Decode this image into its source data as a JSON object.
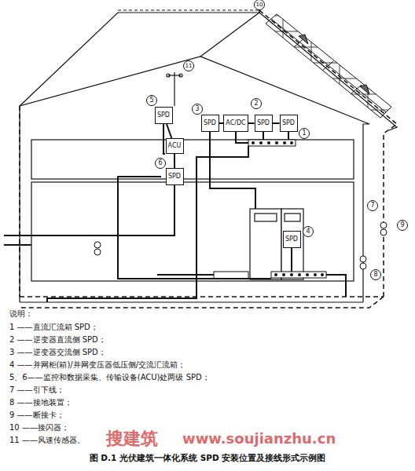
{
  "diagram": {
    "caption": "图 D.1  光伏建筑一体化系统 SPD 安装位置及接线形式示例图",
    "nodes": [
      {
        "text": [
          "SPD"
        ]
      },
      {
        "text": [
          "ACU"
        ]
      },
      {
        "text": [
          "SPD"
        ]
      },
      {
        "text": [
          "SPD"
        ]
      },
      {
        "text": [
          "AC/DC"
        ]
      },
      {
        "text": [
          "SPD"
        ]
      },
      {
        "text": [
          "SPD"
        ]
      },
      {
        "text": [
          "SPD"
        ]
      }
    ],
    "edges": [
      {
        "from": 0,
        "to": 1,
        "arrow": "none"
      },
      {
        "from": 1,
        "to": 2,
        "arrow": "none"
      },
      {
        "from": 3,
        "to": 4,
        "arrow": "none"
      },
      {
        "from": 4,
        "to": 5,
        "arrow": "none"
      },
      {
        "from": 5,
        "to": 6,
        "arrow": "none"
      }
    ],
    "labels": [
      "1",
      "2",
      "3",
      "4",
      "5",
      "6",
      "7",
      "8",
      "9",
      "10",
      "11",
      "说明：",
      "1 ——直流汇流箱 SPD；",
      "2 ——逆变器直流侧 SPD；",
      "3 ——逆变器交流侧 SPD；",
      "4 ——并网柜(箱)/并网变压器低压侧/交流汇流箱；",
      "5、6——监控和数据采集、传输设备(ACU)处两级 SPD；",
      "7 ——引下线；",
      "8 ——接地装置；",
      "9 ——断接卡；",
      "10 ——接闪器；",
      "11 ——风速传感器。",
      "搜建筑",
      "www.soujianzhu.cn"
    ]
  }
}
